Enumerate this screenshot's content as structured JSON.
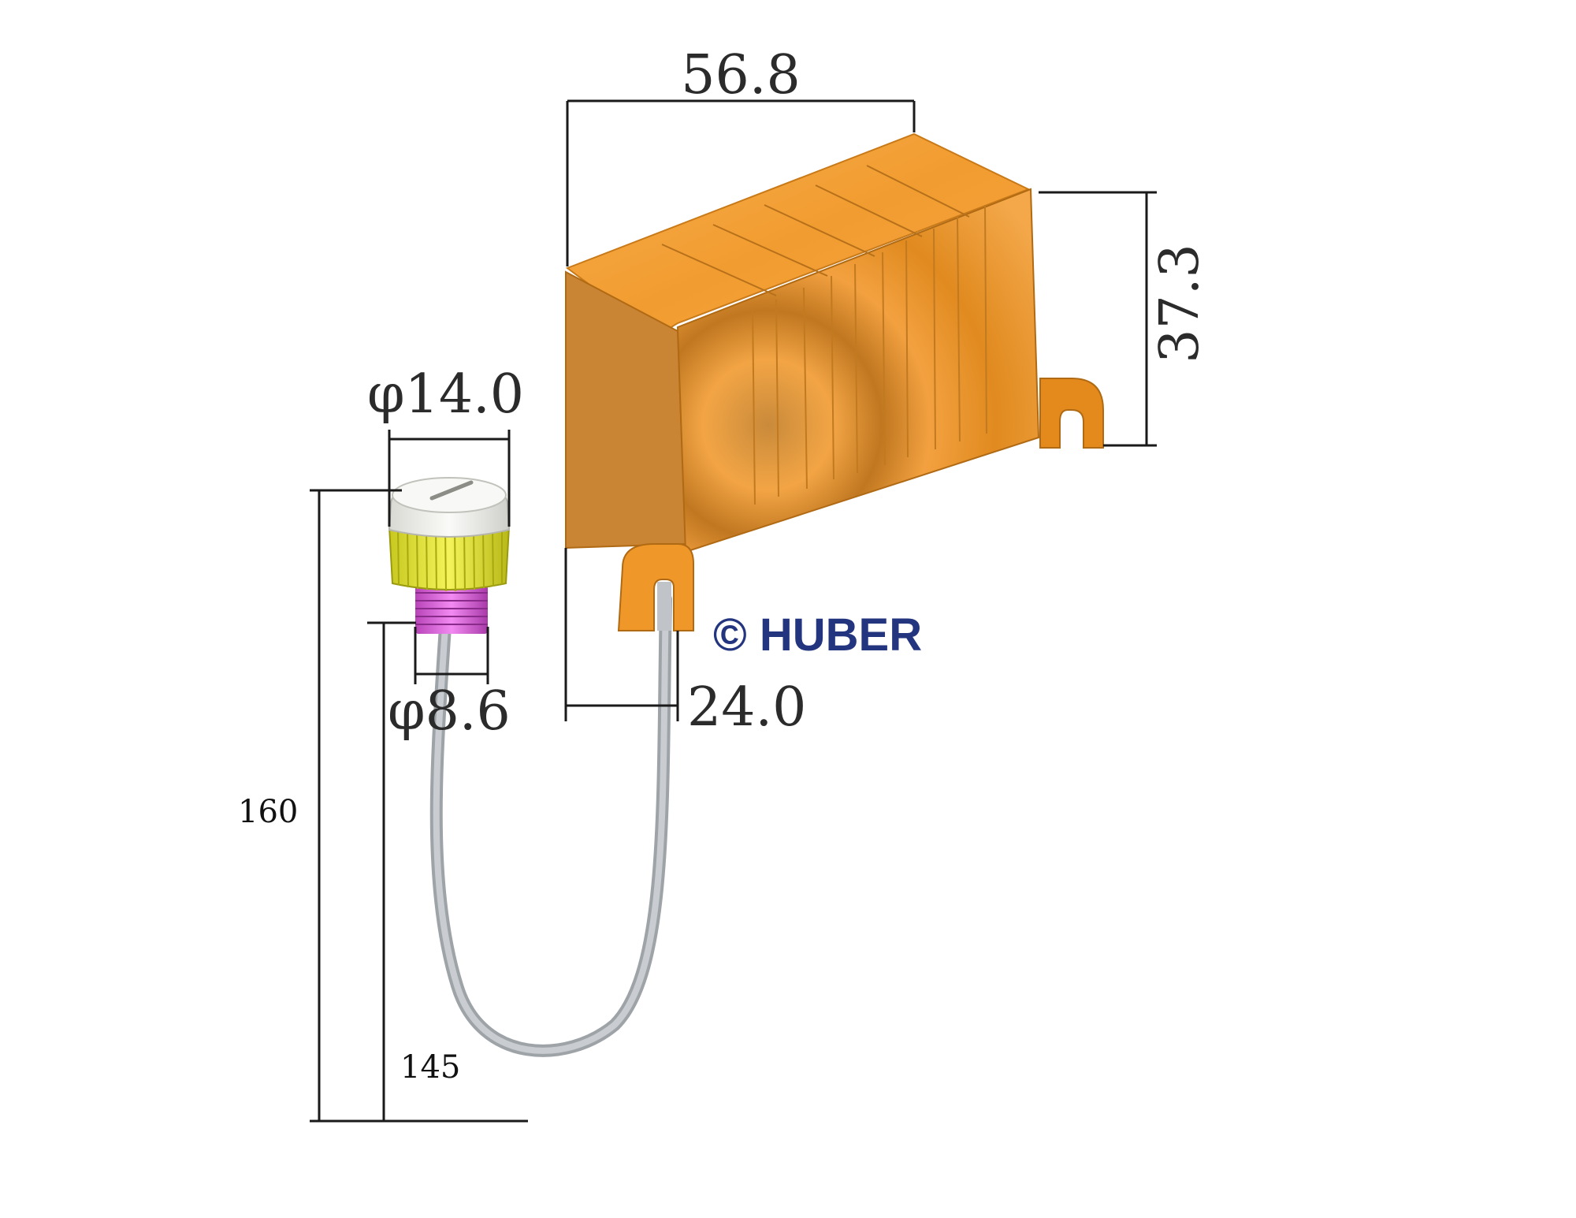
{
  "dimensions": {
    "box_width": "56.8",
    "box_height": "37.3",
    "box_depth": "24.0",
    "cap_diameter": "φ14.0",
    "thread_diameter": "φ8.6",
    "total_length": "160",
    "cable_length": "145"
  },
  "brand": {
    "text": "© HUBER",
    "color": "#243580"
  },
  "colors": {
    "housing": "#f0962a",
    "housing_shade": "#c47a1e",
    "cap_top": "#f2f2ee",
    "knurl": "#e8e832",
    "thread": "#d866d8",
    "cable": "#b8bcc2"
  },
  "icons": {
    "copyright": "copyright-icon"
  }
}
